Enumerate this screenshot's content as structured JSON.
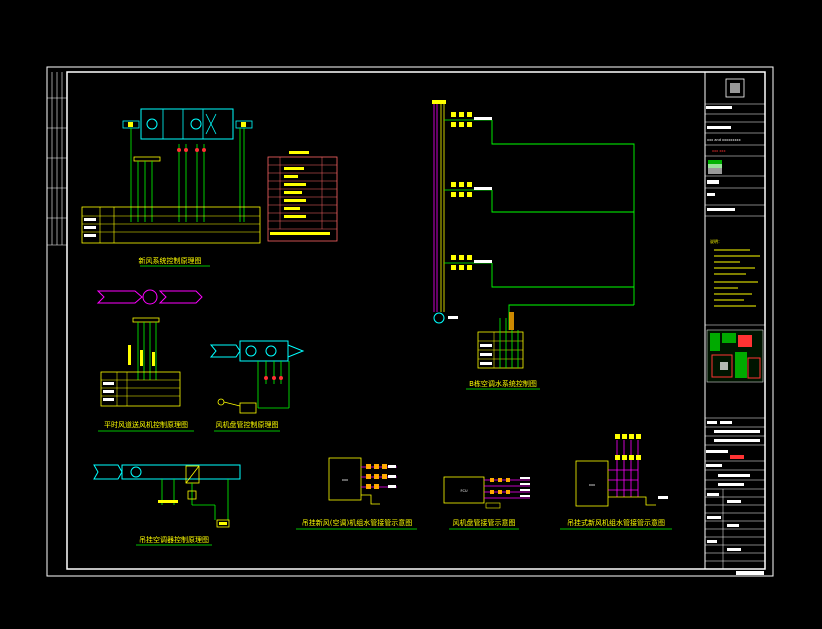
{
  "sheet": {
    "background": "#000000",
    "frame_color": "#ffffff",
    "green": "#00ff00",
    "yellow": "#ffff00",
    "cyan": "#00ffff",
    "magenta": "#ff00ff",
    "red": "#ff3333",
    "white": "#ffffff"
  },
  "titles": {
    "ahu_control": "新风系统控制原理图",
    "ventilation_control": "平时风道送风机控制原理图",
    "fan_coil_control": "风机盘管控制原理图",
    "cooling_tower": "B栋空调水系统控制图",
    "ceiling_unit_control": "吊挂空调器控制原理图",
    "fresh_air_room": "吊挂新风(空调)机组水管接管示意图",
    "fan_unit_room": "风机盘管接管示意图",
    "split_unit_room": "吊挂式新风机组水管接管示意图"
  },
  "title_block": {
    "company_line": "xxx and xxxxxxxxx",
    "red_tag": "xxx xxx",
    "notes_heading": "说明：",
    "stamp": "xxxx"
  },
  "equipment_labels": {
    "box1": "xxx",
    "box2": "FCU",
    "box3": "xxx",
    "pump_tag": "xxx"
  }
}
